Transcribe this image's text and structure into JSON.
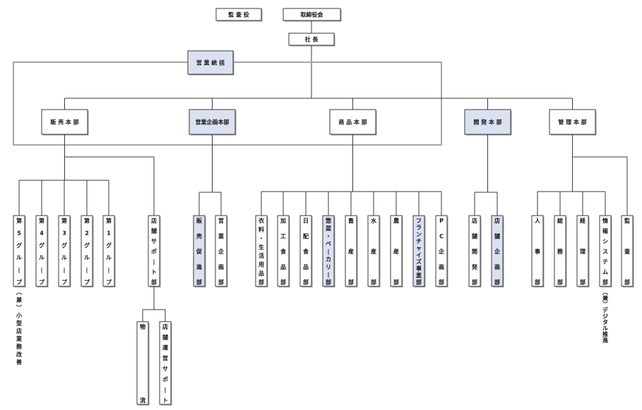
{
  "colors": {
    "highlight_fill": "#dce1f2",
    "box_fill": "#ffffff",
    "line": "#3a3a3a",
    "group_frame": "#a6a6a6"
  },
  "top": {
    "auditor": {
      "label": "監 査 役",
      "highlight": false
    },
    "board": {
      "label": "取締役会",
      "highlight": false
    },
    "president": {
      "label": "社 長",
      "highlight": false
    },
    "sales_supervision": {
      "label": "営 業 統 括",
      "highlight": true
    }
  },
  "headquarters": [
    {
      "id": "hq-sales",
      "label": "販 売 本 部",
      "highlight": false
    },
    {
      "id": "hq-sales-planning",
      "label": "営業企画本部",
      "highlight": true
    },
    {
      "id": "hq-merchandise",
      "label": "商 品 本 部",
      "highlight": false
    },
    {
      "id": "hq-development",
      "label": "開 発 本 部",
      "highlight": true
    },
    {
      "id": "hq-administration",
      "label": "管 理 本 部",
      "highlight": false
    }
  ],
  "departments": {
    "hq-sales": [
      {
        "label": "第5グループ",
        "highlight": false,
        "note": "（兼）小型店業務改善"
      },
      {
        "label": "第4グループ",
        "highlight": false
      },
      {
        "label": "第3グループ",
        "highlight": false
      },
      {
        "label": "第2グループ",
        "highlight": false
      },
      {
        "label": "第1グループ",
        "highlight": false
      },
      {
        "label": "店舗サポート部",
        "highlight": false,
        "children": [
          {
            "label": "物流",
            "highlight": false
          },
          {
            "label": "店舗運営サポート",
            "highlight": false
          }
        ]
      }
    ],
    "hq-sales-planning": [
      {
        "label": "販売促進部",
        "highlight": true
      },
      {
        "label": "営業企画部",
        "highlight": false
      }
    ],
    "hq-merchandise": [
      {
        "label": "衣料・生活用品部",
        "highlight": false
      },
      {
        "label": "加工食品部",
        "highlight": false
      },
      {
        "label": "日配食品部",
        "highlight": false
      },
      {
        "label": "惣菜・ベーカリー部",
        "highlight": true
      },
      {
        "label": "畜産部",
        "highlight": false
      },
      {
        "label": "水産部",
        "highlight": false
      },
      {
        "label": "農産部",
        "highlight": false
      },
      {
        "label": "フランチャイズ事業部",
        "highlight": true
      },
      {
        "label": "PC企画部",
        "highlight": false
      }
    ],
    "hq-development": [
      {
        "label": "店舗開発部",
        "highlight": false
      },
      {
        "label": "店舗企画部",
        "highlight": true
      }
    ],
    "hq-administration": [
      {
        "label": "人事部",
        "highlight": false
      },
      {
        "label": "総務部",
        "highlight": false
      },
      {
        "label": "経理部",
        "highlight": false
      },
      {
        "label": "情報システム部",
        "highlight": false,
        "note": "（兼）デジタル推進"
      },
      {
        "label": "監査部",
        "highlight": false
      }
    ]
  }
}
